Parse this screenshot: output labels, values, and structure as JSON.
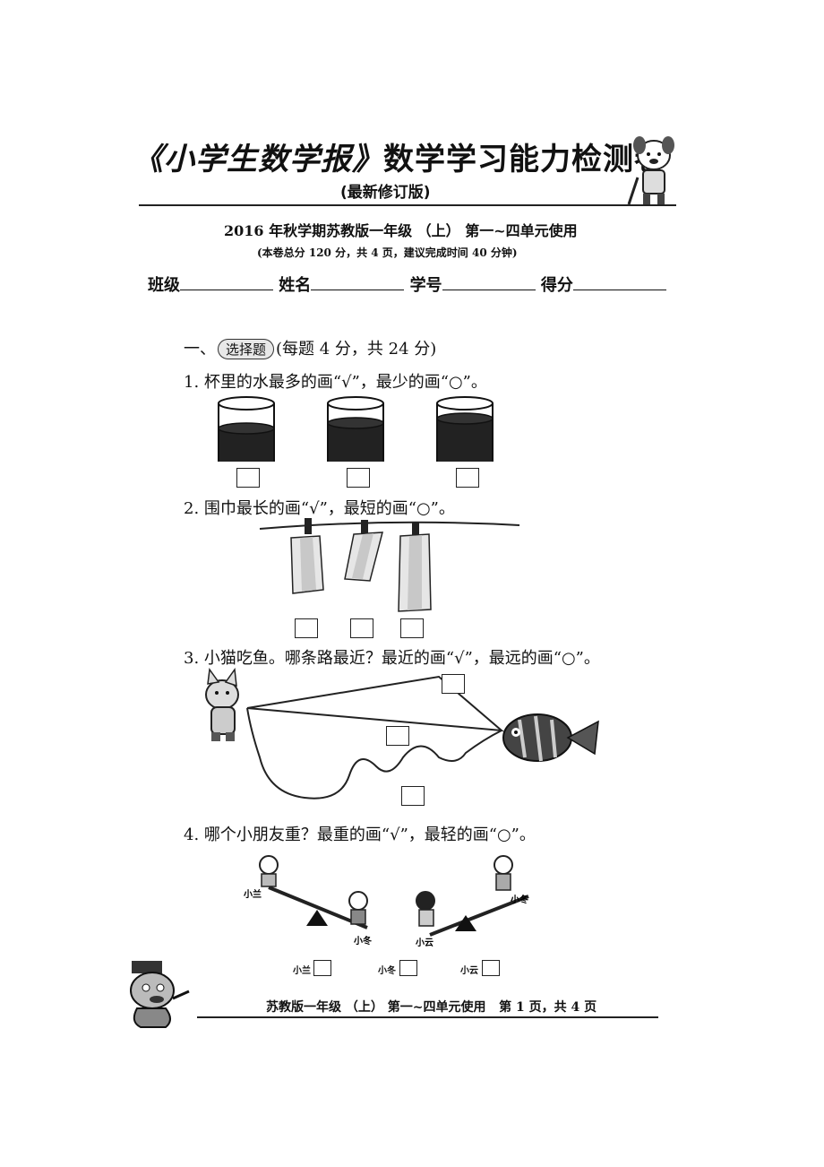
{
  "header": {
    "title_brand": "《小学生数学报》",
    "title_rest": "数学学习能力检测卷",
    "subtitle": "(最新修订版)",
    "grade_line": "2016 年秋学期苏教版一年级 （上） 第一~四单元使用",
    "note": "(本卷总分 120 分，共 4 页，建议完成时间 40 分钟)"
  },
  "fields": {
    "class": "班级",
    "name": "姓名",
    "number": "学号",
    "score": "得分"
  },
  "section1": {
    "prefix": "一、",
    "badge": "选择题",
    "points": "(每题 4 分，共 24 分)"
  },
  "questions": {
    "q1": "1. 杯里的水最多的画“√”，最少的画“○”。",
    "q2": "2. 围巾最长的画“√”，最短的画“○”。",
    "q3": "3. 小猫吃鱼。哪条路最近？最近的画“√”，最远的画“○”。",
    "q4": "4. 哪个小朋友重？最重的画“√”，最轻的画“○”。"
  },
  "q4_labels": {
    "lan": "小兰",
    "dong": "小冬",
    "yun": "小云"
  },
  "footer": {
    "text": "苏教版一年级 （上） 第一~四单元使用",
    "page": "第 1 页，共 4 页"
  }
}
